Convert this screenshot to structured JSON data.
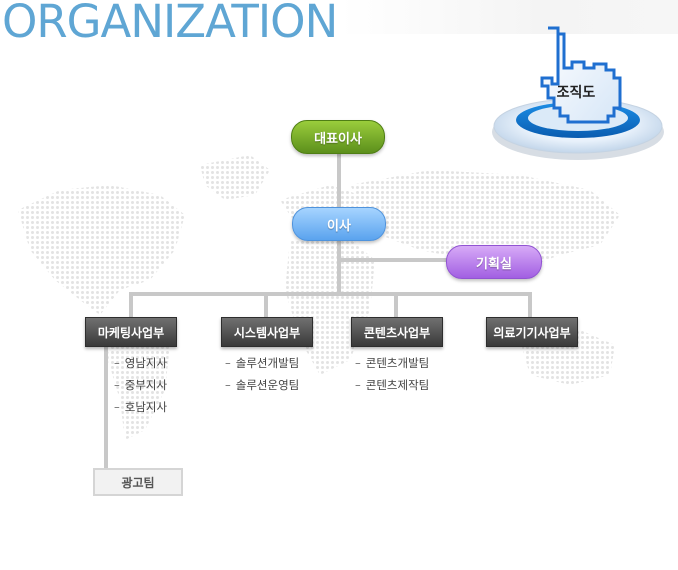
{
  "page_title": "ORGANIZATION",
  "badge": {
    "label": "조직도"
  },
  "chart": {
    "ceo": "대표이사",
    "director": "이사",
    "planning": "기획실",
    "departments": [
      {
        "name": "마케팅사업부",
        "teams": [
          "영남지사",
          "중부지사",
          "호남지사"
        ]
      },
      {
        "name": "시스템사업부",
        "teams": [
          "솔루션개발팀",
          "솔루션운영팀"
        ]
      },
      {
        "name": "콘텐츠사업부",
        "teams": [
          "콘텐츠개발팀",
          "콘텐츠제작팀"
        ]
      },
      {
        "name": "의료기기사업부",
        "teams": []
      }
    ],
    "sub_team": "광고팀"
  },
  "colors": {
    "title": "#5fa6d4",
    "ceo_pill": "#7bb22e",
    "director_pill": "#7ab9f5",
    "planning_pill": "#b97ded",
    "department_box": "#4a4a4a",
    "connector": "#c8c8c8"
  }
}
